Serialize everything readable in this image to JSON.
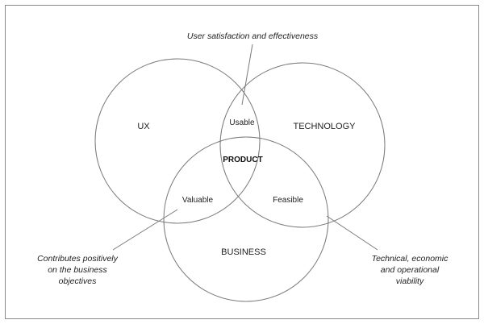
{
  "circles": {
    "ux": "UX",
    "technology": "TECHNOLOGY",
    "business": "BUSINESS"
  },
  "overlaps": {
    "usable": "Usable",
    "valuable": "Valuable",
    "feasible": "Feasible",
    "product": "PRODUCT"
  },
  "annotations": {
    "top": "User satisfaction and effectiveness",
    "left": [
      "Contributes positively",
      "on the business",
      "objectives"
    ],
    "right": [
      "Technical, economic",
      "and operational",
      "viability"
    ]
  }
}
